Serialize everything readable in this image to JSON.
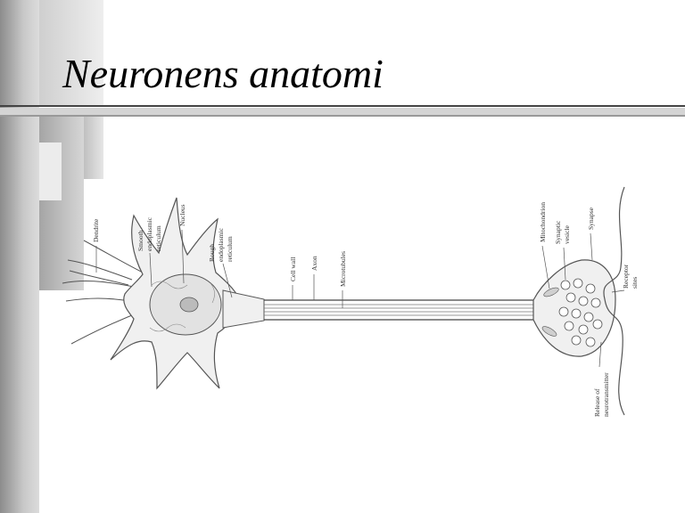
{
  "slide": {
    "title": "Neuronens anatomi"
  },
  "diagram": {
    "labels": {
      "dendrite": "Dendrite",
      "smooth_er_1": "Smooth",
      "smooth_er_2": "endoplasmic",
      "smooth_er_3": "reticulum",
      "nucleus": "Nucleus",
      "rough_er_1": "Rough",
      "rough_er_2": "endoplasmic",
      "rough_er_3": "reticulum",
      "cell_wall": "Cell wall",
      "axon": "Axon",
      "microtubules": "Microtubules",
      "mitochondrion": "Mitochondrion",
      "synaptic_vesicle_1": "Synaptic",
      "synaptic_vesicle_2": "vesicle",
      "synapse": "Synapse",
      "receptor_sites_1": "Receptor",
      "receptor_sites_2": "sites",
      "release_nt_1": "Release of",
      "release_nt_2": "neurotransmitter"
    }
  }
}
